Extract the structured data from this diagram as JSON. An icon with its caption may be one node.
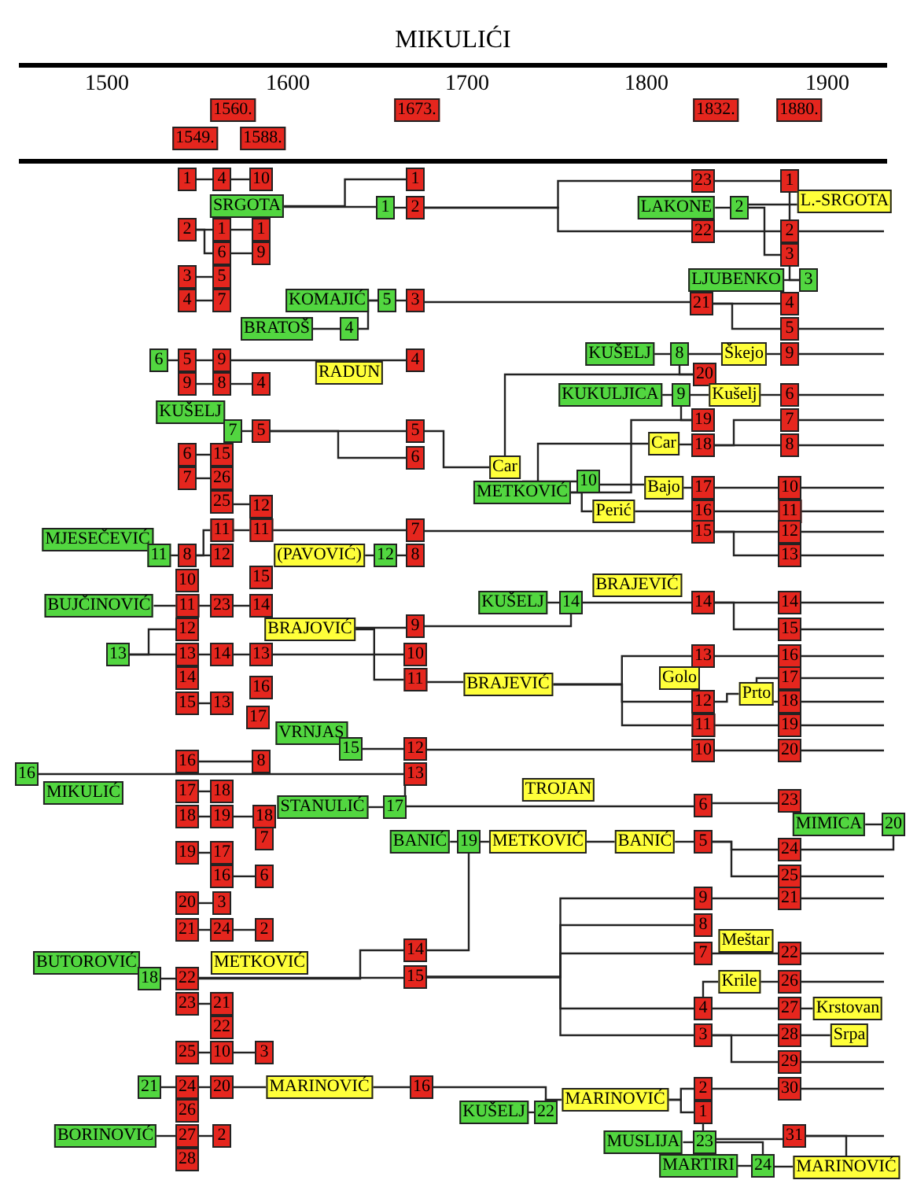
{
  "diagram": {
    "title": "MIKULIĆI",
    "labels": [
      "1500",
      "1600",
      "1700",
      "1800",
      "1900"
    ],
    "nodes": [
      {
        "text": [
          "1560."
        ]
      },
      {
        "text": [
          "1673."
        ]
      },
      {
        "text": [
          "1832."
        ]
      },
      {
        "text": [
          "1880."
        ]
      },
      {
        "text": [
          "1549."
        ]
      },
      {
        "text": [
          "1588."
        ]
      },
      {
        "text": [
          "1"
        ]
      },
      {
        "text": [
          "4"
        ]
      },
      {
        "text": [
          "10"
        ]
      },
      {
        "text": [
          "1"
        ]
      },
      {
        "text": [
          "23"
        ]
      },
      {
        "text": [
          "1"
        ]
      },
      {
        "text": [
          "L.-SRGOTA"
        ]
      },
      {
        "text": [
          "SRGOTA"
        ]
      },
      {
        "text": [
          "1"
        ]
      },
      {
        "text": [
          "2"
        ]
      },
      {
        "text": [
          "LAKONE"
        ]
      },
      {
        "text": [
          "2"
        ]
      },
      {
        "text": [
          "2"
        ]
      },
      {
        "text": [
          "1"
        ]
      },
      {
        "text": [
          "1"
        ]
      },
      {
        "text": [
          "22"
        ]
      },
      {
        "text": [
          "2"
        ]
      },
      {
        "text": [
          "6"
        ]
      },
      {
        "text": [
          "9"
        ]
      },
      {
        "text": [
          "3"
        ]
      },
      {
        "text": [
          "3"
        ]
      },
      {
        "text": [
          "5"
        ]
      },
      {
        "text": [
          "LJUBENKO"
        ]
      },
      {
        "text": [
          "3"
        ]
      },
      {
        "text": [
          "4"
        ]
      },
      {
        "text": [
          "7"
        ]
      },
      {
        "text": [
          "KOMAJIĆ"
        ]
      },
      {
        "text": [
          "5"
        ]
      },
      {
        "text": [
          "3"
        ]
      },
      {
        "text": [
          "21"
        ]
      },
      {
        "text": [
          "4"
        ]
      },
      {
        "text": [
          "BRATOŠ"
        ]
      },
      {
        "text": [
          "4"
        ]
      },
      {
        "text": [
          "5"
        ]
      },
      {
        "text": [
          "KUŠELJ"
        ]
      },
      {
        "text": [
          "8"
        ]
      },
      {
        "text": [
          "Škejo"
        ]
      },
      {
        "text": [
          "9"
        ]
      },
      {
        "text": [
          "6"
        ]
      },
      {
        "text": [
          "5"
        ]
      },
      {
        "text": [
          "9"
        ]
      },
      {
        "text": [
          "4"
        ]
      },
      {
        "text": [
          "RADUN"
        ]
      },
      {
        "text": [
          "20"
        ]
      },
      {
        "text": [
          "9"
        ]
      },
      {
        "text": [
          "8"
        ]
      },
      {
        "text": [
          "4"
        ]
      },
      {
        "text": [
          "KUKULJICA"
        ]
      },
      {
        "text": [
          "9"
        ]
      },
      {
        "text": [
          "Kušelj"
        ]
      },
      {
        "text": [
          "6"
        ]
      },
      {
        "text": [
          "KUŠELJ"
        ]
      },
      {
        "text": [
          "19"
        ]
      },
      {
        "text": [
          "7"
        ]
      },
      {
        "text": [
          "7"
        ]
      },
      {
        "text": [
          "5"
        ]
      },
      {
        "text": [
          "5"
        ]
      },
      {
        "text": [
          "Car"
        ]
      },
      {
        "text": [
          "18"
        ]
      },
      {
        "text": [
          "8"
        ]
      },
      {
        "text": [
          "6"
        ]
      },
      {
        "text": [
          "15"
        ]
      },
      {
        "text": [
          "6"
        ]
      },
      {
        "text": [
          "Car"
        ]
      },
      {
        "text": [
          "7"
        ]
      },
      {
        "text": [
          "26"
        ]
      },
      {
        "text": [
          "10"
        ]
      },
      {
        "text": [
          "Bajo"
        ]
      },
      {
        "text": [
          "17"
        ]
      },
      {
        "text": [
          "10"
        ]
      },
      {
        "text": [
          "METKOVIĆ"
        ]
      },
      {
        "text": [
          "25"
        ]
      },
      {
        "text": [
          "12"
        ]
      },
      {
        "text": [
          "Perić"
        ]
      },
      {
        "text": [
          "16"
        ]
      },
      {
        "text": [
          "11"
        ]
      },
      {
        "text": [
          "11"
        ]
      },
      {
        "text": [
          "11"
        ]
      },
      {
        "text": [
          "7"
        ]
      },
      {
        "text": [
          "15"
        ]
      },
      {
        "text": [
          "12"
        ]
      },
      {
        "text": [
          "MJESEČEVIĆ"
        ]
      },
      {
        "text": [
          "11"
        ]
      },
      {
        "text": [
          "8"
        ]
      },
      {
        "text": [
          "12"
        ]
      },
      {
        "text": [
          "(PAVOVIĆ)"
        ]
      },
      {
        "text": [
          "12"
        ]
      },
      {
        "text": [
          "8"
        ]
      },
      {
        "text": [
          "13"
        ]
      },
      {
        "text": [
          "15"
        ]
      },
      {
        "text": [
          "10"
        ]
      },
      {
        "text": [
          "BRAJEVIĆ"
        ]
      },
      {
        "text": [
          "KUŠELJ"
        ]
      },
      {
        "text": [
          "14"
        ]
      },
      {
        "text": [
          "14"
        ]
      },
      {
        "text": [
          "14"
        ]
      },
      {
        "text": [
          "BUJČINOVIĆ"
        ]
      },
      {
        "text": [
          "11"
        ]
      },
      {
        "text": [
          "23"
        ]
      },
      {
        "text": [
          "14"
        ]
      },
      {
        "text": [
          "9"
        ]
      },
      {
        "text": [
          "12"
        ]
      },
      {
        "text": [
          "BRAJOVIĆ"
        ]
      },
      {
        "text": [
          "15"
        ]
      },
      {
        "text": [
          "13"
        ]
      },
      {
        "text": [
          "13"
        ]
      },
      {
        "text": [
          "14"
        ]
      },
      {
        "text": [
          "13"
        ]
      },
      {
        "text": [
          "10"
        ]
      },
      {
        "text": [
          "13"
        ]
      },
      {
        "text": [
          "16"
        ]
      },
      {
        "text": [
          "14"
        ]
      },
      {
        "text": [
          "17"
        ]
      },
      {
        "text": [
          "11"
        ]
      },
      {
        "text": [
          "Golo"
        ]
      },
      {
        "text": [
          "BRAJEVIĆ"
        ]
      },
      {
        "text": [
          "16"
        ]
      },
      {
        "text": [
          "Prto"
        ]
      },
      {
        "text": [
          "15"
        ]
      },
      {
        "text": [
          "13"
        ]
      },
      {
        "text": [
          "12"
        ]
      },
      {
        "text": [
          "18"
        ]
      },
      {
        "text": [
          "17"
        ]
      },
      {
        "text": [
          "11"
        ]
      },
      {
        "text": [
          "19"
        ]
      },
      {
        "text": [
          "VRNJAS"
        ]
      },
      {
        "text": [
          "15"
        ]
      },
      {
        "text": [
          "12"
        ]
      },
      {
        "text": [
          "10"
        ]
      },
      {
        "text": [
          "20"
        ]
      },
      {
        "text": [
          "16"
        ]
      },
      {
        "text": [
          "8"
        ]
      },
      {
        "text": [
          "16"
        ]
      },
      {
        "text": [
          "13"
        ]
      },
      {
        "text": [
          "TROJAN"
        ]
      },
      {
        "text": [
          "MIKULIĆ"
        ]
      },
      {
        "text": [
          "17"
        ]
      },
      {
        "text": [
          "18"
        ]
      },
      {
        "text": [
          "STANULIĆ"
        ]
      },
      {
        "text": [
          "17"
        ]
      },
      {
        "text": [
          "6"
        ]
      },
      {
        "text": [
          "23"
        ]
      },
      {
        "text": [
          "18"
        ]
      },
      {
        "text": [
          "19"
        ]
      },
      {
        "text": [
          "18"
        ]
      },
      {
        "text": [
          "MIMICA"
        ]
      },
      {
        "text": [
          "20"
        ]
      },
      {
        "text": [
          "7"
        ]
      },
      {
        "text": [
          "BANIĆ"
        ]
      },
      {
        "text": [
          "19"
        ]
      },
      {
        "text": [
          "METKOVIĆ"
        ]
      },
      {
        "text": [
          "BANIĆ"
        ]
      },
      {
        "text": [
          "5"
        ]
      },
      {
        "text": [
          "24"
        ]
      },
      {
        "text": [
          "19"
        ]
      },
      {
        "text": [
          "17"
        ]
      },
      {
        "text": [
          "25"
        ]
      },
      {
        "text": [
          "16"
        ]
      },
      {
        "text": [
          "6"
        ]
      },
      {
        "text": [
          "9"
        ]
      },
      {
        "text": [
          "21"
        ]
      },
      {
        "text": [
          "20"
        ]
      },
      {
        "text": [
          "3"
        ]
      },
      {
        "text": [
          "8"
        ]
      },
      {
        "text": [
          "21"
        ]
      },
      {
        "text": [
          "24"
        ]
      },
      {
        "text": [
          "2"
        ]
      },
      {
        "text": [
          "Meštar"
        ]
      },
      {
        "text": [
          "14"
        ]
      },
      {
        "text": [
          "7"
        ]
      },
      {
        "text": [
          "22"
        ]
      },
      {
        "text": [
          "BUTOROVIĆ"
        ]
      },
      {
        "text": [
          "METKOVIĆ"
        ]
      },
      {
        "text": [
          "18"
        ]
      },
      {
        "text": [
          "22"
        ]
      },
      {
        "text": [
          "15"
        ]
      },
      {
        "text": [
          "Krile"
        ]
      },
      {
        "text": [
          "26"
        ]
      },
      {
        "text": [
          "23"
        ]
      },
      {
        "text": [
          "21"
        ]
      },
      {
        "text": [
          "4"
        ]
      },
      {
        "text": [
          "27"
        ]
      },
      {
        "text": [
          "Krstovan"
        ]
      },
      {
        "text": [
          "22"
        ]
      },
      {
        "text": [
          "3"
        ]
      },
      {
        "text": [
          "28"
        ]
      },
      {
        "text": [
          "Srpa"
        ]
      },
      {
        "text": [
          "25"
        ]
      },
      {
        "text": [
          "10"
        ]
      },
      {
        "text": [
          "3"
        ]
      },
      {
        "text": [
          "29"
        ]
      },
      {
        "text": [
          "21"
        ]
      },
      {
        "text": [
          "24"
        ]
      },
      {
        "text": [
          "20"
        ]
      },
      {
        "text": [
          "MARINOVIĆ"
        ]
      },
      {
        "text": [
          "16"
        ]
      },
      {
        "text": [
          "2"
        ]
      },
      {
        "text": [
          "30"
        ]
      },
      {
        "text": [
          "MARINOVIĆ"
        ]
      },
      {
        "text": [
          "26"
        ]
      },
      {
        "text": [
          "KUŠELJ"
        ]
      },
      {
        "text": [
          "22"
        ]
      },
      {
        "text": [
          "1"
        ]
      },
      {
        "text": [
          "BORINOVIĆ"
        ]
      },
      {
        "text": [
          "27"
        ]
      },
      {
        "text": [
          "2"
        ]
      },
      {
        "text": [
          "MUSLIJA"
        ]
      },
      {
        "text": [
          "23"
        ]
      },
      {
        "text": [
          "31"
        ]
      },
      {
        "text": [
          "28"
        ]
      },
      {
        "text": [
          "MARTIRI"
        ]
      },
      {
        "text": [
          "24"
        ]
      },
      {
        "text": [
          "MARINOVIĆ"
        ]
      }
    ],
    "edges": [
      {
        "from": 6,
        "to": 7,
        "arrow": "none"
      },
      {
        "from": 7,
        "to": 8,
        "arrow": "none"
      },
      {
        "from": 13,
        "to": 9,
        "arrow": "none"
      },
      {
        "from": 13,
        "to": 14,
        "arrow": "none"
      },
      {
        "from": 14,
        "to": 15,
        "arrow": "none"
      },
      {
        "from": 15,
        "to": 10,
        "arrow": "none"
      },
      {
        "from": 15,
        "to": 21,
        "arrow": "none"
      },
      {
        "from": 10,
        "to": 11,
        "arrow": "none"
      },
      {
        "from": 16,
        "to": 17,
        "arrow": "none"
      },
      {
        "from": 17,
        "to": 12,
        "arrow": "none"
      },
      {
        "from": 11,
        "to": 22,
        "arrow": "none"
      },
      {
        "from": 17,
        "to": 25,
        "arrow": "none"
      },
      {
        "from": 21,
        "to": 22,
        "arrow": "none"
      },
      {
        "from": 25,
        "to": 29,
        "arrow": "none"
      },
      {
        "from": 28,
        "to": 29,
        "arrow": "none"
      },
      {
        "from": 18,
        "to": 19,
        "arrow": "none"
      },
      {
        "from": 19,
        "to": 20,
        "arrow": "none"
      },
      {
        "from": 18,
        "to": 23,
        "arrow": "none"
      },
      {
        "from": 23,
        "to": 24,
        "arrow": "none"
      },
      {
        "from": 26,
        "to": 27,
        "arrow": "none"
      },
      {
        "from": 30,
        "to": 31,
        "arrow": "none"
      },
      {
        "from": 32,
        "to": 33,
        "arrow": "none"
      },
      {
        "from": 33,
        "to": 34,
        "arrow": "none"
      },
      {
        "from": 37,
        "to": 38,
        "arrow": "none"
      },
      {
        "from": 38,
        "to": 33,
        "arrow": "none"
      },
      {
        "from": 34,
        "to": 35,
        "arrow": "none"
      },
      {
        "from": 35,
        "to": 36,
        "arrow": "none"
      },
      {
        "from": 35,
        "to": 39,
        "arrow": "none"
      },
      {
        "from": 40,
        "to": 41,
        "arrow": "none"
      },
      {
        "from": 41,
        "to": 42,
        "arrow": "none"
      },
      {
        "from": 42,
        "to": 43,
        "arrow": "none"
      },
      {
        "from": 41,
        "to": 49,
        "arrow": "none"
      },
      {
        "from": 44,
        "to": 45,
        "arrow": "none"
      },
      {
        "from": 45,
        "to": 46,
        "arrow": "none"
      },
      {
        "from": 46,
        "to": 47,
        "arrow": "none"
      },
      {
        "from": 50,
        "to": 51,
        "arrow": "none"
      },
      {
        "from": 51,
        "to": 52,
        "arrow": "none"
      },
      {
        "from": 53,
        "to": 54,
        "arrow": "none"
      },
      {
        "from": 54,
        "to": 55,
        "arrow": "none"
      },
      {
        "from": 55,
        "to": 56,
        "arrow": "none"
      },
      {
        "from": 54,
        "to": 58,
        "arrow": "none"
      },
      {
        "from": 60,
        "to": 61,
        "arrow": "none"
      },
      {
        "from": 61,
        "to": 62,
        "arrow": "none"
      },
      {
        "from": 61,
        "to": 68,
        "arrow": "none"
      },
      {
        "from": 62,
        "to": 69,
        "arrow": "none"
      },
      {
        "from": 69,
        "to": 49,
        "arrow": "none"
      },
      {
        "from": 76,
        "to": 63,
        "arrow": "none"
      },
      {
        "from": 63,
        "to": 64,
        "arrow": "none"
      },
      {
        "from": 64,
        "to": 65,
        "arrow": "none"
      },
      {
        "from": 64,
        "to": 59,
        "arrow": "none"
      },
      {
        "from": 76,
        "to": 58,
        "arrow": "none"
      },
      {
        "from": 76,
        "to": 72,
        "arrow": "none"
      },
      {
        "from": 72,
        "to": 73,
        "arrow": "none"
      },
      {
        "from": 73,
        "to": 74,
        "arrow": "none"
      },
      {
        "from": 74,
        "to": 75,
        "arrow": "none"
      },
      {
        "from": 76,
        "to": 79,
        "arrow": "none"
      },
      {
        "from": 79,
        "to": 80,
        "arrow": "none"
      },
      {
        "from": 80,
        "to": 81,
        "arrow": "none"
      },
      {
        "from": 66,
        "to": 67,
        "arrow": "none"
      },
      {
        "from": 70,
        "to": 71,
        "arrow": "none"
      },
      {
        "from": 77,
        "to": 78,
        "arrow": "none"
      },
      {
        "from": 89,
        "to": 82,
        "arrow": "none"
      },
      {
        "from": 82,
        "to": 83,
        "arrow": "none"
      },
      {
        "from": 83,
        "to": 84,
        "arrow": "none"
      },
      {
        "from": 84,
        "to": 85,
        "arrow": "none"
      },
      {
        "from": 85,
        "to": 86,
        "arrow": "none"
      },
      {
        "from": 85,
        "to": 94,
        "arrow": "none"
      },
      {
        "from": 88,
        "to": 89,
        "arrow": "none"
      },
      {
        "from": 89,
        "to": 90,
        "arrow": "none"
      },
      {
        "from": 91,
        "to": 92,
        "arrow": "none"
      },
      {
        "from": 92,
        "to": 93,
        "arrow": "none"
      },
      {
        "from": 102,
        "to": 103,
        "arrow": "none"
      },
      {
        "from": 103,
        "to": 104,
        "arrow": "none"
      },
      {
        "from": 104,
        "to": 105,
        "arrow": "none"
      },
      {
        "from": 98,
        "to": 99,
        "arrow": "none"
      },
      {
        "from": 99,
        "to": 100,
        "arrow": "none"
      },
      {
        "from": 106,
        "to": 99,
        "arrow": "none"
      },
      {
        "from": 100,
        "to": 101,
        "arrow": "none"
      },
      {
        "from": 100,
        "to": 109,
        "arrow": "none"
      },
      {
        "from": 110,
        "to": 107,
        "arrow": "none"
      },
      {
        "from": 110,
        "to": 111,
        "arrow": "none"
      },
      {
        "from": 111,
        "to": 112,
        "arrow": "none"
      },
      {
        "from": 112,
        "to": 113,
        "arrow": "none"
      },
      {
        "from": 113,
        "to": 114,
        "arrow": "none"
      },
      {
        "from": 108,
        "to": 106,
        "arrow": "none"
      },
      {
        "from": 108,
        "to": 119,
        "arrow": "none"
      },
      {
        "from": 119,
        "to": 121,
        "arrow": "none"
      },
      {
        "from": 121,
        "to": 115,
        "arrow": "none"
      },
      {
        "from": 121,
        "to": 126,
        "arrow": "none"
      },
      {
        "from": 121,
        "to": 129,
        "arrow": "none"
      },
      {
        "from": 115,
        "to": 116,
        "arrow": "none"
      },
      {
        "from": 126,
        "to": 123,
        "arrow": "none"
      },
      {
        "from": 123,
        "to": 118,
        "arrow": "none"
      },
      {
        "from": 123,
        "to": 127,
        "arrow": "none"
      },
      {
        "from": 129,
        "to": 130,
        "arrow": "none"
      },
      {
        "from": 124,
        "to": 125,
        "arrow": "none"
      },
      {
        "from": 136,
        "to": 137,
        "arrow": "none"
      },
      {
        "from": 132,
        "to": 133,
        "arrow": "none"
      },
      {
        "from": 133,
        "to": 134,
        "arrow": "none"
      },
      {
        "from": 134,
        "to": 135,
        "arrow": "none"
      },
      {
        "from": 138,
        "to": 139,
        "arrow": "none"
      },
      {
        "from": 139,
        "to": 145,
        "arrow": "none"
      },
      {
        "from": 144,
        "to": 145,
        "arrow": "none"
      },
      {
        "from": 145,
        "to": 146,
        "arrow": "none"
      },
      {
        "from": 146,
        "to": 147,
        "arrow": "none"
      },
      {
        "from": 142,
        "to": 143,
        "arrow": "none"
      },
      {
        "from": 148,
        "to": 149,
        "arrow": "none"
      },
      {
        "from": 149,
        "to": 150,
        "arrow": "none"
      },
      {
        "from": 160,
        "to": 161,
        "arrow": "none"
      },
      {
        "from": 163,
        "to": 164,
        "arrow": "none"
      },
      {
        "from": 167,
        "to": 168,
        "arrow": "none"
      },
      {
        "from": 170,
        "to": 171,
        "arrow": "none"
      },
      {
        "from": 171,
        "to": 172,
        "arrow": "none"
      },
      {
        "from": 151,
        "to": 152,
        "arrow": "none"
      },
      {
        "from": 152,
        "to": 159,
        "arrow": "none"
      },
      {
        "from": 154,
        "to": 155,
        "arrow": "none"
      },
      {
        "from": 155,
        "to": 156,
        "arrow": "none"
      },
      {
        "from": 156,
        "to": 157,
        "arrow": "none"
      },
      {
        "from": 157,
        "to": 158,
        "arrow": "none"
      },
      {
        "from": 158,
        "to": 159,
        "arrow": "none"
      },
      {
        "from": 158,
        "to": 162,
        "arrow": "none"
      },
      {
        "from": 174,
        "to": 155,
        "arrow": "none"
      },
      {
        "from": 179,
        "to": 180,
        "arrow": "none"
      },
      {
        "from": 180,
        "to": 174,
        "arrow": "none"
      },
      {
        "from": 180,
        "to": 181,
        "arrow": "none"
      },
      {
        "from": 181,
        "to": 165,
        "arrow": "none"
      },
      {
        "from": 181,
        "to": 169,
        "arrow": "none"
      },
      {
        "from": 181,
        "to": 175,
        "arrow": "none"
      },
      {
        "from": 181,
        "to": 186,
        "arrow": "none"
      },
      {
        "from": 181,
        "to": 190,
        "arrow": "none"
      },
      {
        "from": 165,
        "to": 166,
        "arrow": "none"
      },
      {
        "from": 175,
        "to": 176,
        "arrow": "none"
      },
      {
        "from": 186,
        "to": 182,
        "arrow": "none"
      },
      {
        "from": 182,
        "to": 183,
        "arrow": "none"
      },
      {
        "from": 186,
        "to": 187,
        "arrow": "none"
      },
      {
        "from": 187,
        "to": 188,
        "arrow": "none"
      },
      {
        "from": 190,
        "to": 191,
        "arrow": "none"
      },
      {
        "from": 191,
        "to": 192,
        "arrow": "none"
      },
      {
        "from": 190,
        "to": 196,
        "arrow": "none"
      },
      {
        "from": 184,
        "to": 185,
        "arrow": "none"
      },
      {
        "from": 193,
        "to": 194,
        "arrow": "none"
      },
      {
        "from": 194,
        "to": 195,
        "arrow": "none"
      },
      {
        "from": 197,
        "to": 198,
        "arrow": "none"
      },
      {
        "from": 198,
        "to": 199,
        "arrow": "none"
      },
      {
        "from": 199,
        "to": 200,
        "arrow": "none"
      },
      {
        "from": 200,
        "to": 201,
        "arrow": "none"
      },
      {
        "from": 201,
        "to": 207,
        "arrow": "none"
      },
      {
        "from": 206,
        "to": 207,
        "arrow": "none"
      },
      {
        "from": 207,
        "to": 204,
        "arrow": "none"
      },
      {
        "from": 204,
        "to": 202,
        "arrow": "none"
      },
      {
        "from": 204,
        "to": 208,
        "arrow": "none"
      },
      {
        "from": 202,
        "to": 203,
        "arrow": "none"
      },
      {
        "from": 208,
        "to": 213,
        "arrow": "none"
      },
      {
        "from": 212,
        "to": 213,
        "arrow": "none"
      },
      {
        "from": 213,
        "to": 214,
        "arrow": "none"
      },
      {
        "from": 213,
        "to": 217,
        "arrow": "none"
      },
      {
        "from": 216,
        "to": 217,
        "arrow": "none"
      },
      {
        "from": 217,
        "to": 218,
        "arrow": "none"
      },
      {
        "from": 214,
        "to": 218,
        "arrow": "none"
      },
      {
        "from": 209,
        "to": 210,
        "arrow": "none"
      },
      {
        "from": 210,
        "to": 211,
        "arrow": "none"
      }
    ]
  }
}
